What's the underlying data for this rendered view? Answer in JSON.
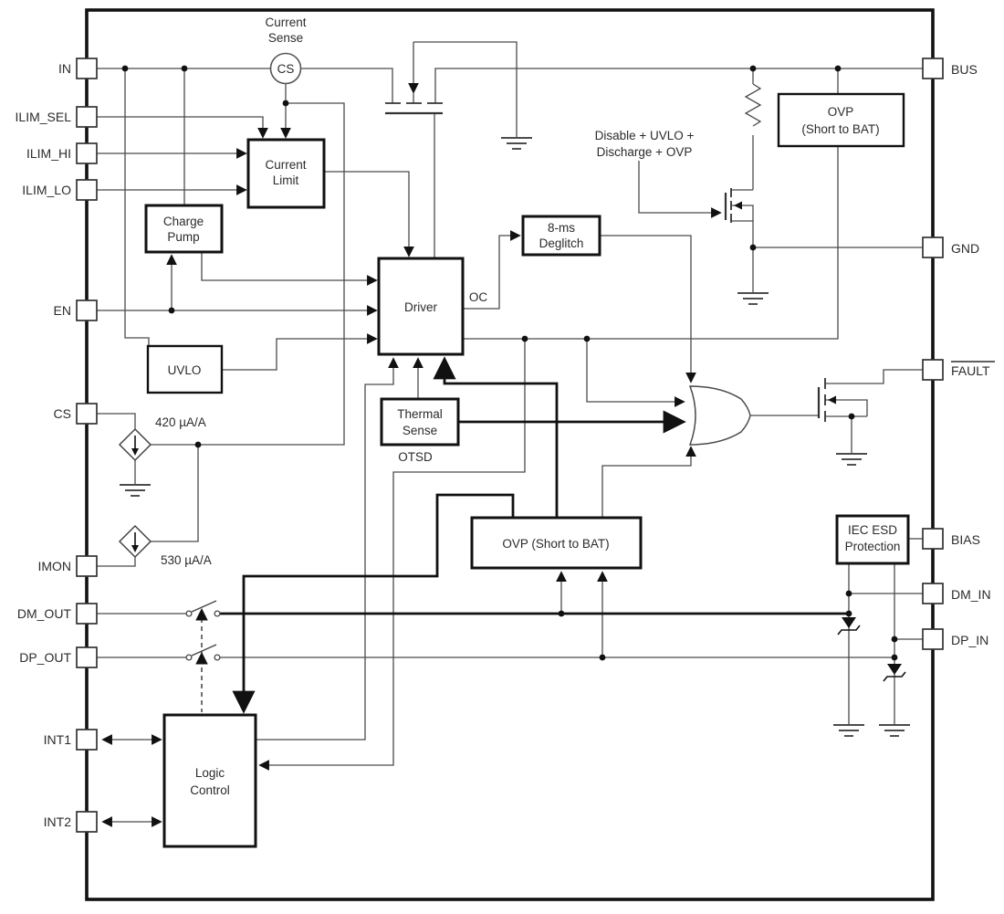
{
  "diagram": {
    "pins_left": [
      {
        "label": "IN"
      },
      {
        "label": "ILIM_SEL"
      },
      {
        "label": "ILIM_HI"
      },
      {
        "label": "ILIM_LO"
      },
      {
        "label": "EN"
      },
      {
        "label": "CS"
      },
      {
        "label": "IMON"
      },
      {
        "label": "DM_OUT"
      },
      {
        "label": "DP_OUT"
      },
      {
        "label": "INT1"
      },
      {
        "label": "INT2"
      }
    ],
    "pins_right": [
      {
        "label": "BUS"
      },
      {
        "label": "GND"
      },
      {
        "label": "FAULT"
      },
      {
        "label": "BIAS"
      },
      {
        "label": "DM_IN"
      },
      {
        "label": "DP_IN"
      }
    ],
    "blocks": {
      "current_limit": {
        "line1": "Current",
        "line2": "Limit"
      },
      "charge_pump": {
        "line1": "Charge",
        "line2": "Pump"
      },
      "uvlo": {
        "label": "UVLO"
      },
      "driver": {
        "label": "Driver"
      },
      "deglitch": {
        "line1": "8-ms",
        "line2": "Deglitch"
      },
      "thermal_sense": {
        "line1": "Thermal",
        "line2": "Sense"
      },
      "ovp_top": {
        "line1": "OVP",
        "line2": "(Short to BAT)"
      },
      "ovp_mid": {
        "label": "OVP (Short to BAT)"
      },
      "iec_esd": {
        "line1": "IEC ESD",
        "line2": "Protection"
      },
      "logic_control": {
        "line1": "Logic",
        "line2": "Control"
      }
    },
    "annotations": {
      "current_sense_l1": "Current",
      "current_sense_l2": "Sense",
      "cs_circle": "CS",
      "disable_l1": "Disable + UVLO +",
      "disable_l2": "Discharge + OVP",
      "oc": "OC",
      "otsd": "OTSD",
      "gain_cs": "420 µA/A",
      "gain_imon": "530 µA/A"
    },
    "colors": {
      "line": "#4a4a4a",
      "thick_line": "#111111",
      "background": "#ffffff"
    }
  }
}
